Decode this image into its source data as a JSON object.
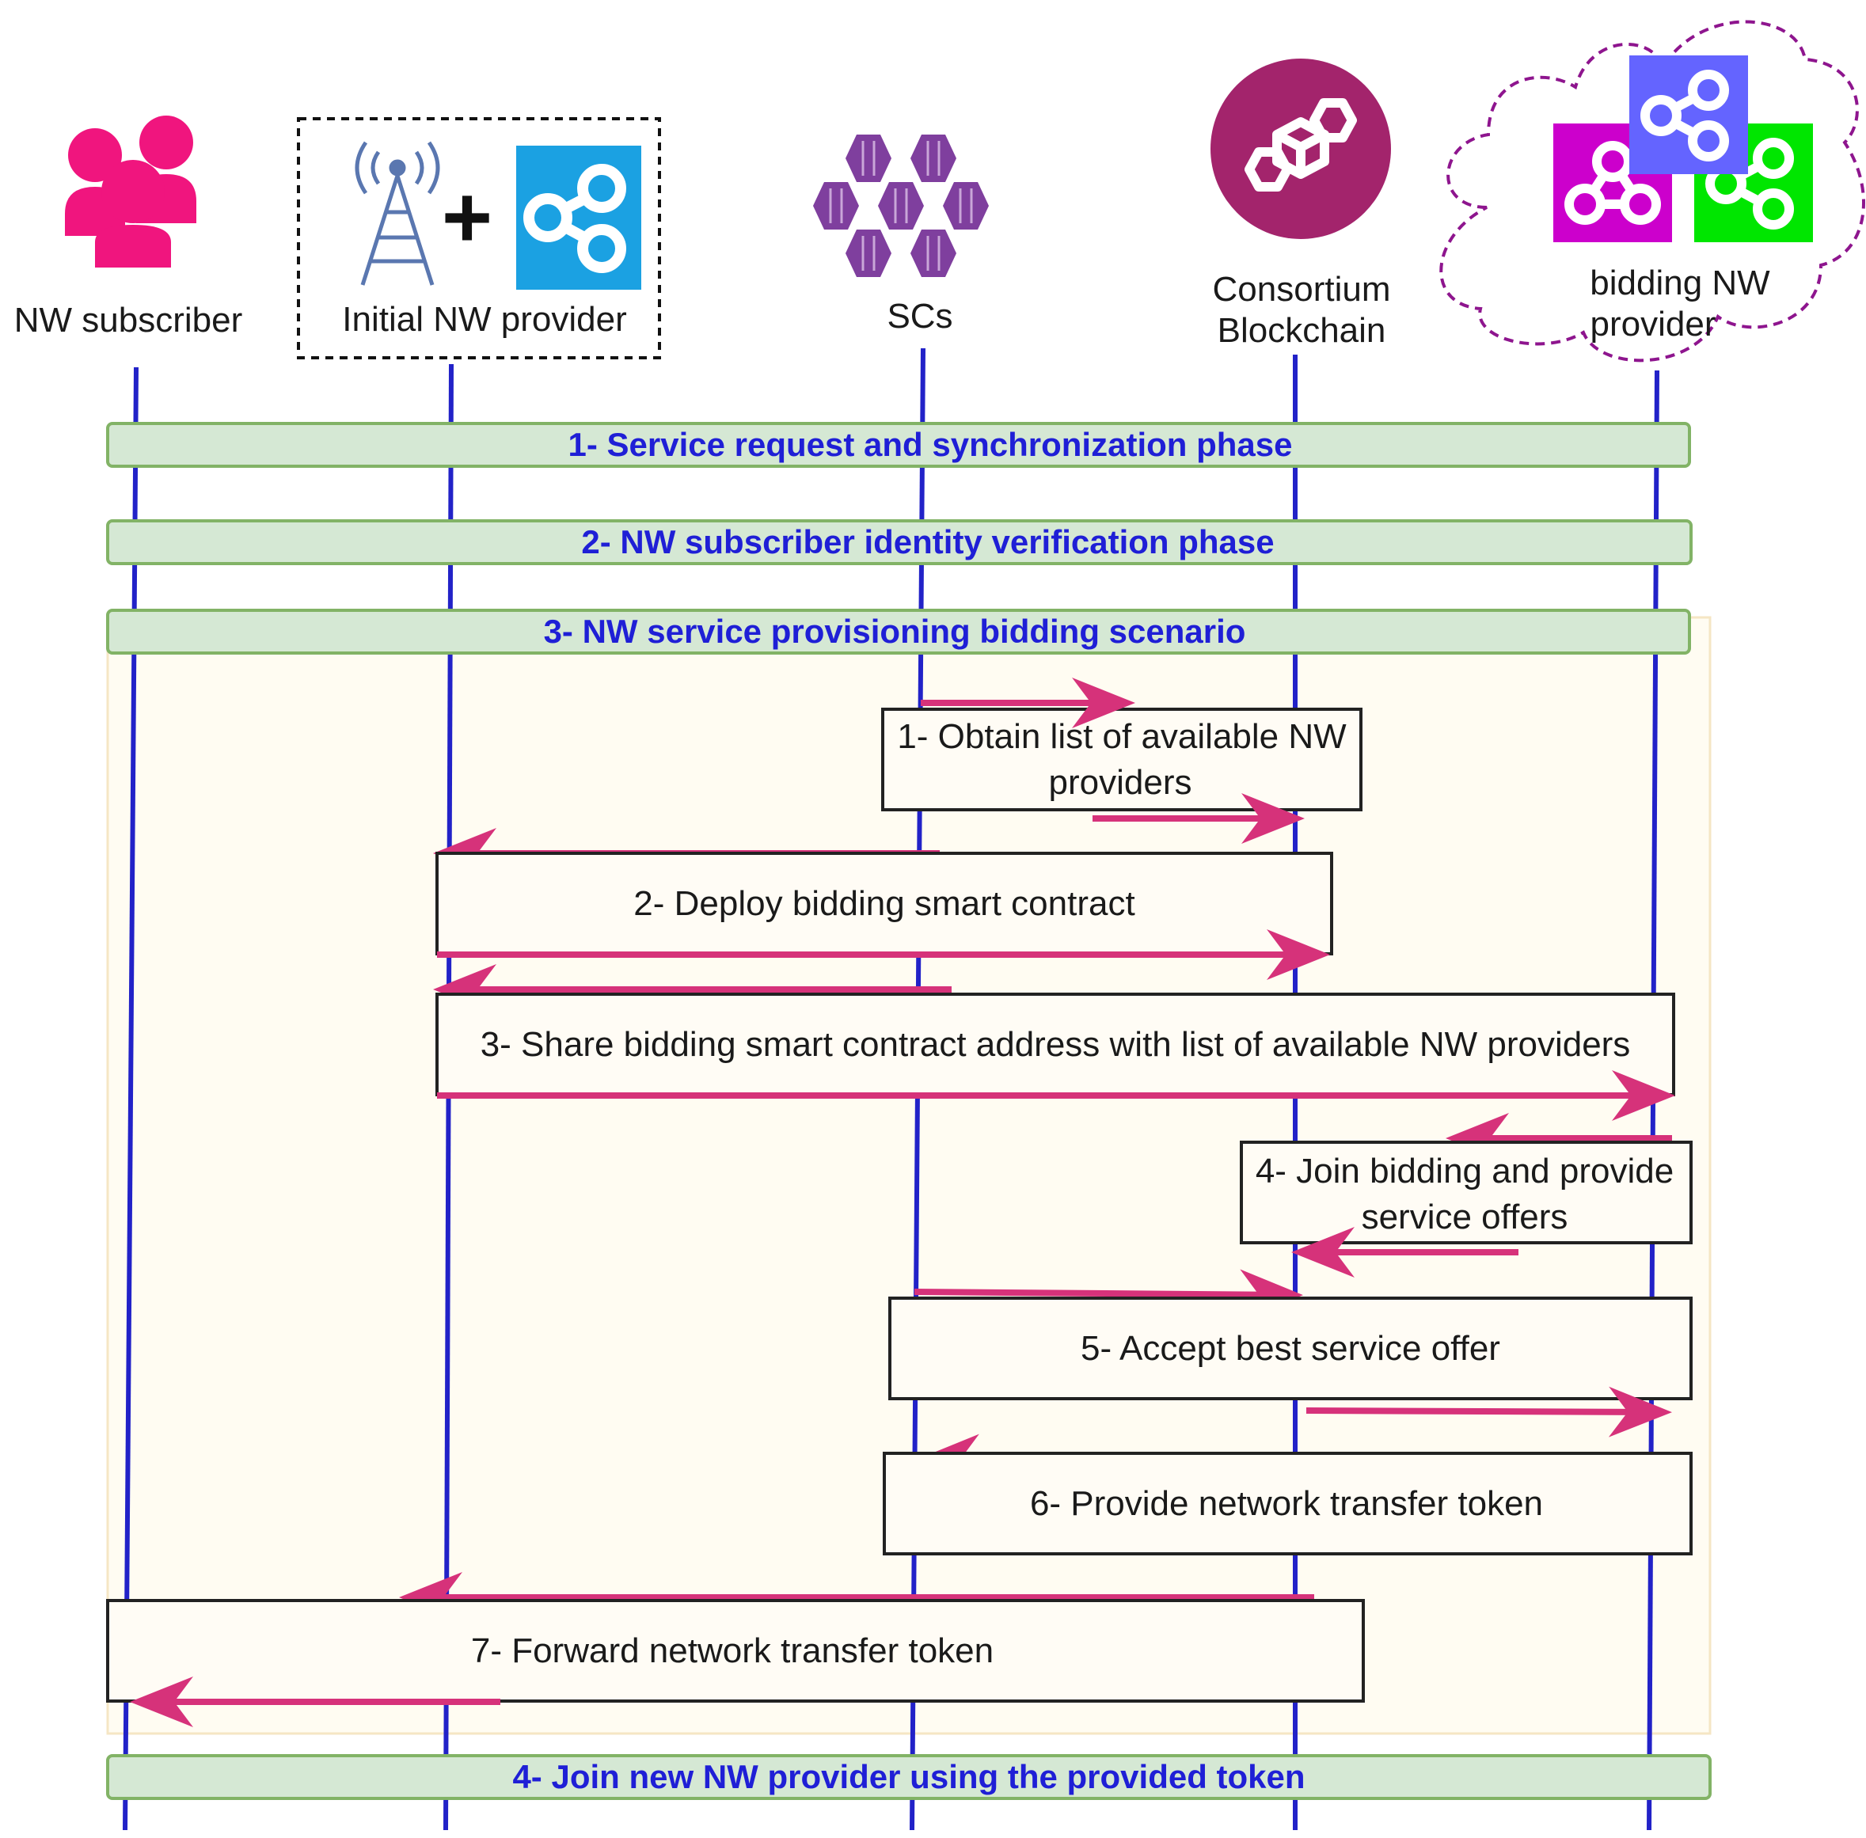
{
  "colors": {
    "lifeline": "#2222c8",
    "arrow": "#d6327a",
    "phase_fill": "#d5e8d4",
    "phase_stroke": "#82b366",
    "phase_text": "#1f1fd6",
    "box_fill": "#fffcf5",
    "box_stroke": "#222222",
    "scenario_fill": "#fffcf2",
    "scenario_stroke": "#f5e6c4",
    "subscriber": "#f0157e",
    "tower": "#5a77b0",
    "provider_tile": "#1ba1e2",
    "scs": "#7f3f9e",
    "blockchain": "#a3246c",
    "bidding_tiles": [
      "#cc00cc",
      "#6464ff",
      "#00e600"
    ],
    "cloud_stroke": "#8e158e"
  },
  "actors": [
    {
      "id": "subscriber",
      "label_lines": [
        "NW subscriber"
      ],
      "icon": "users-icon"
    },
    {
      "id": "initial",
      "label_lines": [
        "Initial NW provider"
      ],
      "icon": "tower-plus-share-icon"
    },
    {
      "id": "scs",
      "label_lines": [
        "SCs"
      ],
      "icon": "containers-icon"
    },
    {
      "id": "blockchain",
      "label_lines": [
        "Consortium",
        "Blockchain"
      ],
      "icon": "blockchain-icon"
    },
    {
      "id": "bidding",
      "label_lines": [
        "bidding NW",
        "provider"
      ],
      "icon": "share-tiles-cloud-icon"
    }
  ],
  "phases": [
    {
      "label": "1- Service request and synchronization phase"
    },
    {
      "label": "2- NW subscriber identity verification phase"
    },
    {
      "label": "3- NW service provisioning bidding scenario"
    },
    {
      "label": "4- Join new NW provider using the provided token"
    }
  ],
  "steps": [
    {
      "label_lines": [
        "1- Obtain list of available NW",
        "providers"
      ]
    },
    {
      "label_lines": [
        "2- Deploy bidding smart contract"
      ]
    },
    {
      "label_lines": [
        "3- Share bidding smart contract address with list of available NW providers"
      ]
    },
    {
      "label_lines": [
        "4- Join bidding and provide",
        "service offers"
      ]
    },
    {
      "label_lines": [
        "5- Accept best service offer"
      ]
    },
    {
      "label_lines": [
        "6- Provide network transfer token"
      ]
    },
    {
      "label_lines": [
        "7- Forward network transfer token"
      ]
    }
  ]
}
